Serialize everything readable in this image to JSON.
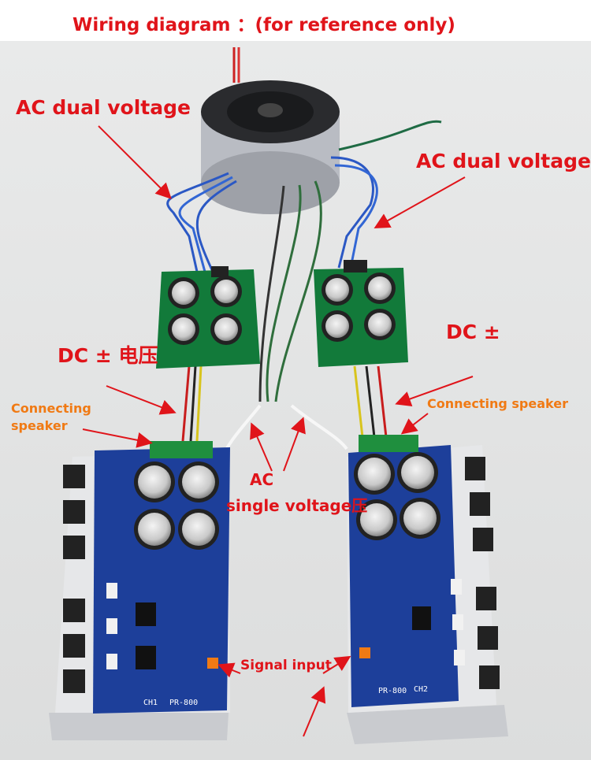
{
  "labels": {
    "title": "Wiring diagram  ：(for reference only)",
    "ac_dual_left": "AC dual voltage",
    "ac_dual_right": "AC dual voltage",
    "dc_left": "DC ±  电压",
    "dc_right": "DC ±",
    "speaker_left": "Connecting\nspeaker",
    "speaker_right": "Connecting speaker",
    "ac_single_line1": "AC",
    "ac_single_line2": "single voltage压",
    "signal_input": "Signal input"
  },
  "board_labels": {
    "left_channel": "CH1",
    "left_model": "PR-800",
    "right_model": "PR-800",
    "right_channel": "CH2"
  },
  "colors": {
    "label_red": "#e0141a",
    "label_orange": "#f07a14",
    "pcb_blue": "#1d3f9a",
    "pcb_green": "#127a3a"
  }
}
